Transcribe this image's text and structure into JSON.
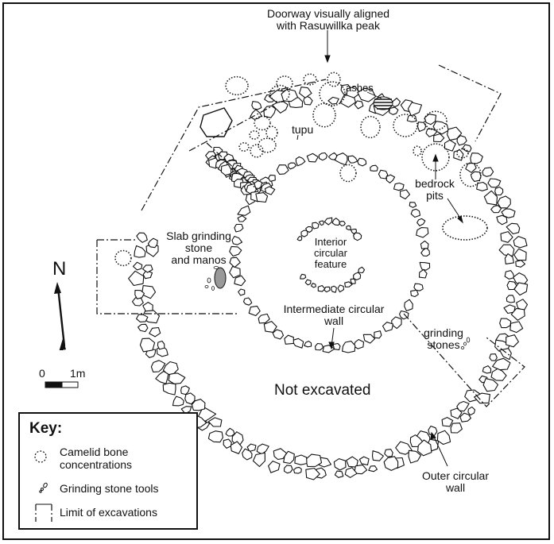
{
  "figure": {
    "type": "archaeological site plan",
    "labels": {
      "doorway": [
        "Doorway visually aligned",
        "with Rasuwillka peak"
      ],
      "ashes": "ashes",
      "tupu": "tupu",
      "bedrock_pits": [
        "bedrock",
        "pits"
      ],
      "slab_grinding": [
        "Slab grinding",
        "stone",
        "and manos"
      ],
      "interior_feature": [
        "Interior",
        "circular",
        "feature"
      ],
      "intermediate_wall": [
        "Intermediate circular",
        "wall"
      ],
      "grinding_stones": [
        "grinding",
        "stones"
      ],
      "not_excavated": "Not excavated",
      "outer_wall": [
        "Outer circular",
        "wall"
      ]
    },
    "north_arrow": {
      "label": "N",
      "icon": "north-arrow-icon"
    },
    "scale_bar": {
      "start": "0",
      "end": "1m",
      "length_m": 1
    }
  },
  "key": {
    "title": "Key:",
    "items": [
      {
        "icon": "dotted-circle-icon",
        "label": [
          "Camelid bone",
          "concentrations"
        ]
      },
      {
        "icon": "grinding-stone-icon",
        "label": [
          "Grinding stone tools"
        ]
      },
      {
        "icon": "excavation-limit-icon",
        "label": [
          "Limit of excavations"
        ]
      }
    ]
  }
}
